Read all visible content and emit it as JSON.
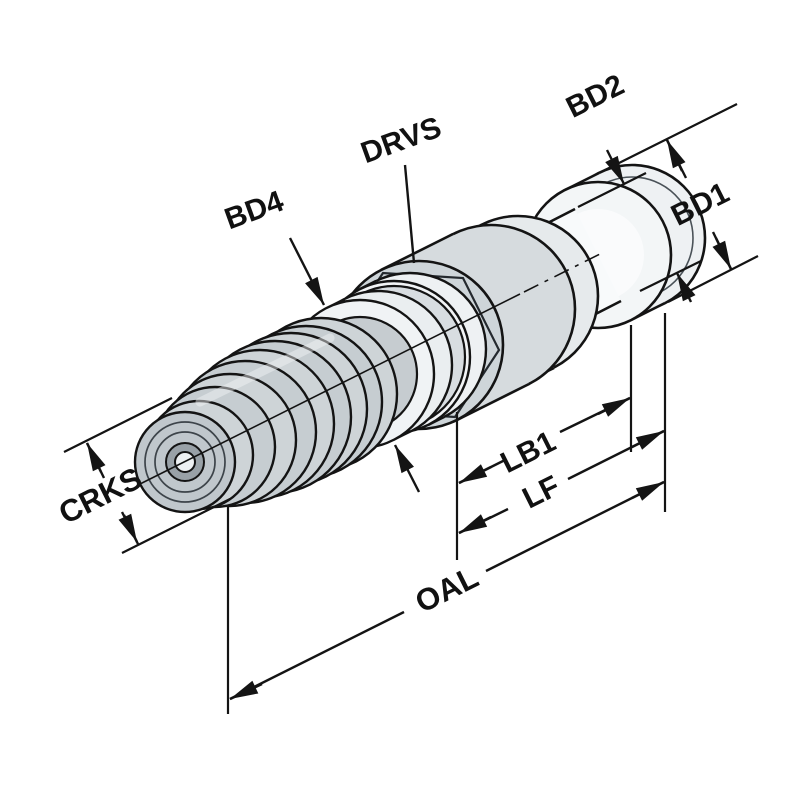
{
  "diagram": {
    "type": "technical-drawing",
    "subject": "Pull stud / retention knob isometric dimension drawing",
    "background": "#ffffff",
    "line_color": "#141414",
    "metal_light": "#f3f6f7",
    "metal_mid": "#d6dbde",
    "metal_dark": "#c0c7cc",
    "labels": {
      "bd2": "BD2",
      "bd1": "BD1",
      "drvs": "DRVS",
      "bd4": "BD4",
      "crks": "CRKS",
      "lb1": "LB1",
      "lf": "LF",
      "oal": "OAL"
    }
  }
}
